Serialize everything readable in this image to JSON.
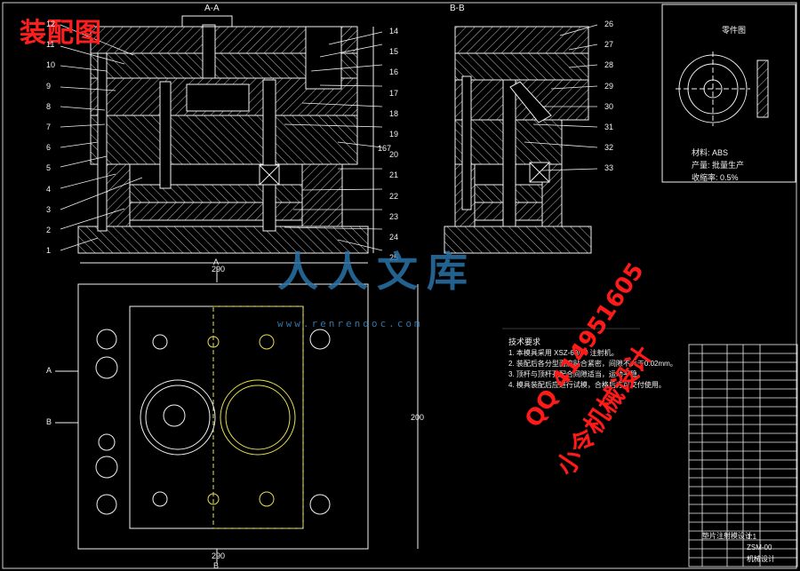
{
  "drawing": {
    "title_label": "装配图",
    "section_aa": "A-A",
    "section_bb": "B-B",
    "part_drawing_label": "零件图",
    "material_label": "材料: ABS",
    "production_label": "产量: 批量生产",
    "shrink_label": "收缩率: 0.5%",
    "dim_width_top": "290",
    "dim_height_right": "167",
    "dim_width_bottom": "290",
    "dim_height_plan": "200",
    "section_marks": [
      "A",
      "B",
      "A",
      "B"
    ],
    "tech_requirements_title": "技术要求",
    "tech_requirements": [
      "1. 本模具采用 XSZ-60/40 注射机。",
      "2. 装配后各分型面应贴合紧密，间隙不大于0.02mm。",
      "3. 顶杆与顶杆孔配合间隙适当，运动平稳。",
      "4. 模具装配后应进行试模，合格后方可交付使用。"
    ],
    "part_numbers_left": [
      "12",
      "11",
      "10",
      "9",
      "8",
      "7",
      "6",
      "5",
      "4",
      "3",
      "2",
      "1"
    ],
    "part_numbers_mid": [
      "14",
      "15",
      "16",
      "17",
      "18",
      "19",
      "20",
      "21",
      "22",
      "23",
      "24",
      "25"
    ],
    "part_numbers_right": [
      "26",
      "27",
      "28",
      "29",
      "30",
      "31",
      "32",
      "33"
    ],
    "watermark_logo": "人人文库",
    "watermark_url": "www.renrendoc.com",
    "watermark_qq": "QQ 414951605",
    "watermark_brand": "小令机械设计",
    "title_block": {
      "name_cell": "垫片注射模设计",
      "drawing_no": "ZSM-00",
      "scale": "1:1",
      "school": "机械设计"
    }
  },
  "colors": {
    "background": "#000000",
    "line_white": "#f2f2f2",
    "line_yellow": "#e8e04a",
    "hatch": "#bdbdbd",
    "red": "#ff1e1e",
    "blue": "#2a72a8"
  }
}
